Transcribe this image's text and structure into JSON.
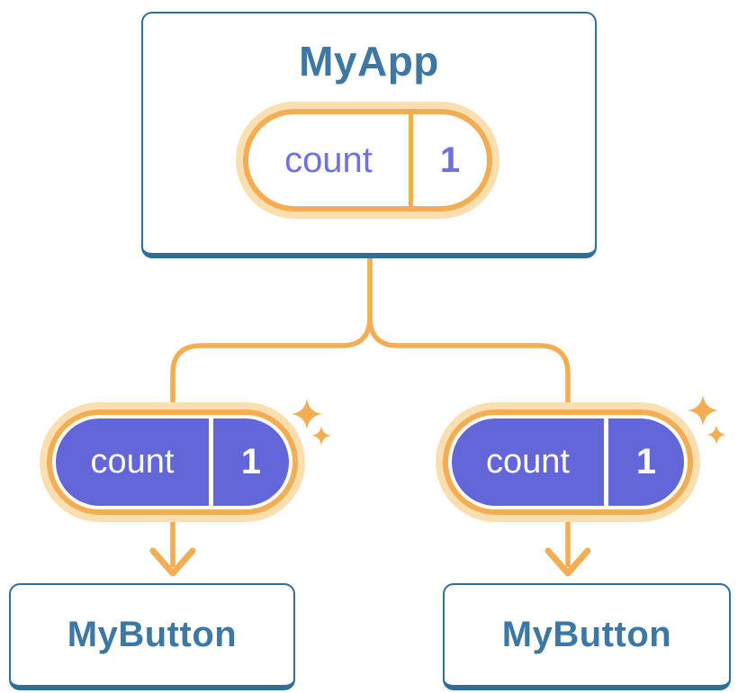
{
  "diagram": {
    "root": {
      "title": "MyApp",
      "state": {
        "key": "count",
        "value": "1"
      }
    },
    "children": [
      {
        "title": "MyButton",
        "state": {
          "key": "count",
          "value": "1"
        }
      },
      {
        "title": "MyButton",
        "state": {
          "key": "count",
          "value": "1"
        }
      }
    ]
  },
  "colors": {
    "orange": "#F3AD52",
    "orange-glow": "#FBDFB0",
    "purple": "#6366D9",
    "purple-text": "#6E71DF",
    "blue-border": "#2F6F96",
    "blue-text": "#3D77A3",
    "card-bg": "#FFFFFF"
  }
}
